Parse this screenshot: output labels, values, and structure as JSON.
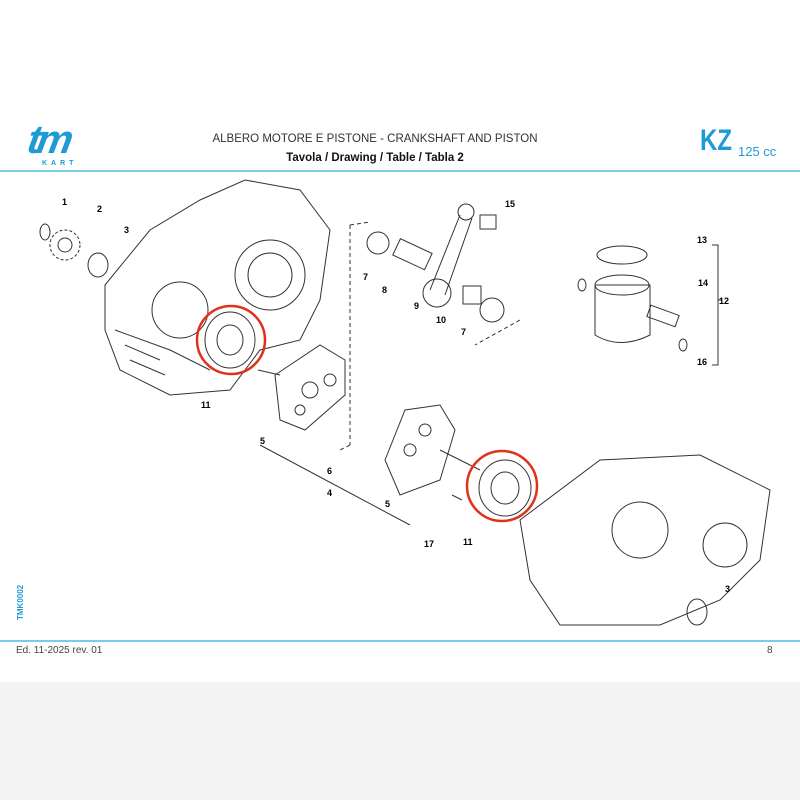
{
  "header": {
    "logo_text": "tm",
    "logo_sub": "KART",
    "title": "ALBERO MOTORE E PISTONE  - CRANKSHAFT AND PISTON",
    "subtitle": "Tavola / Drawing / Table  / Tabla  2",
    "model": "KZ",
    "displacement": "125 cc"
  },
  "footer": {
    "doc_code": "TMK0002",
    "edition": "Ed. 11-2025  rev. 01",
    "page": "8"
  },
  "callouts": [
    "1",
    "2",
    "3",
    "11",
    "5",
    "6",
    "4",
    "15",
    "7",
    "8",
    "9",
    "10",
    "7",
    "13",
    "14",
    "12",
    "16",
    "5",
    "17",
    "11",
    "3"
  ],
  "colors": {
    "brand": "#1e9ad6",
    "highlight": "#e0301e"
  }
}
